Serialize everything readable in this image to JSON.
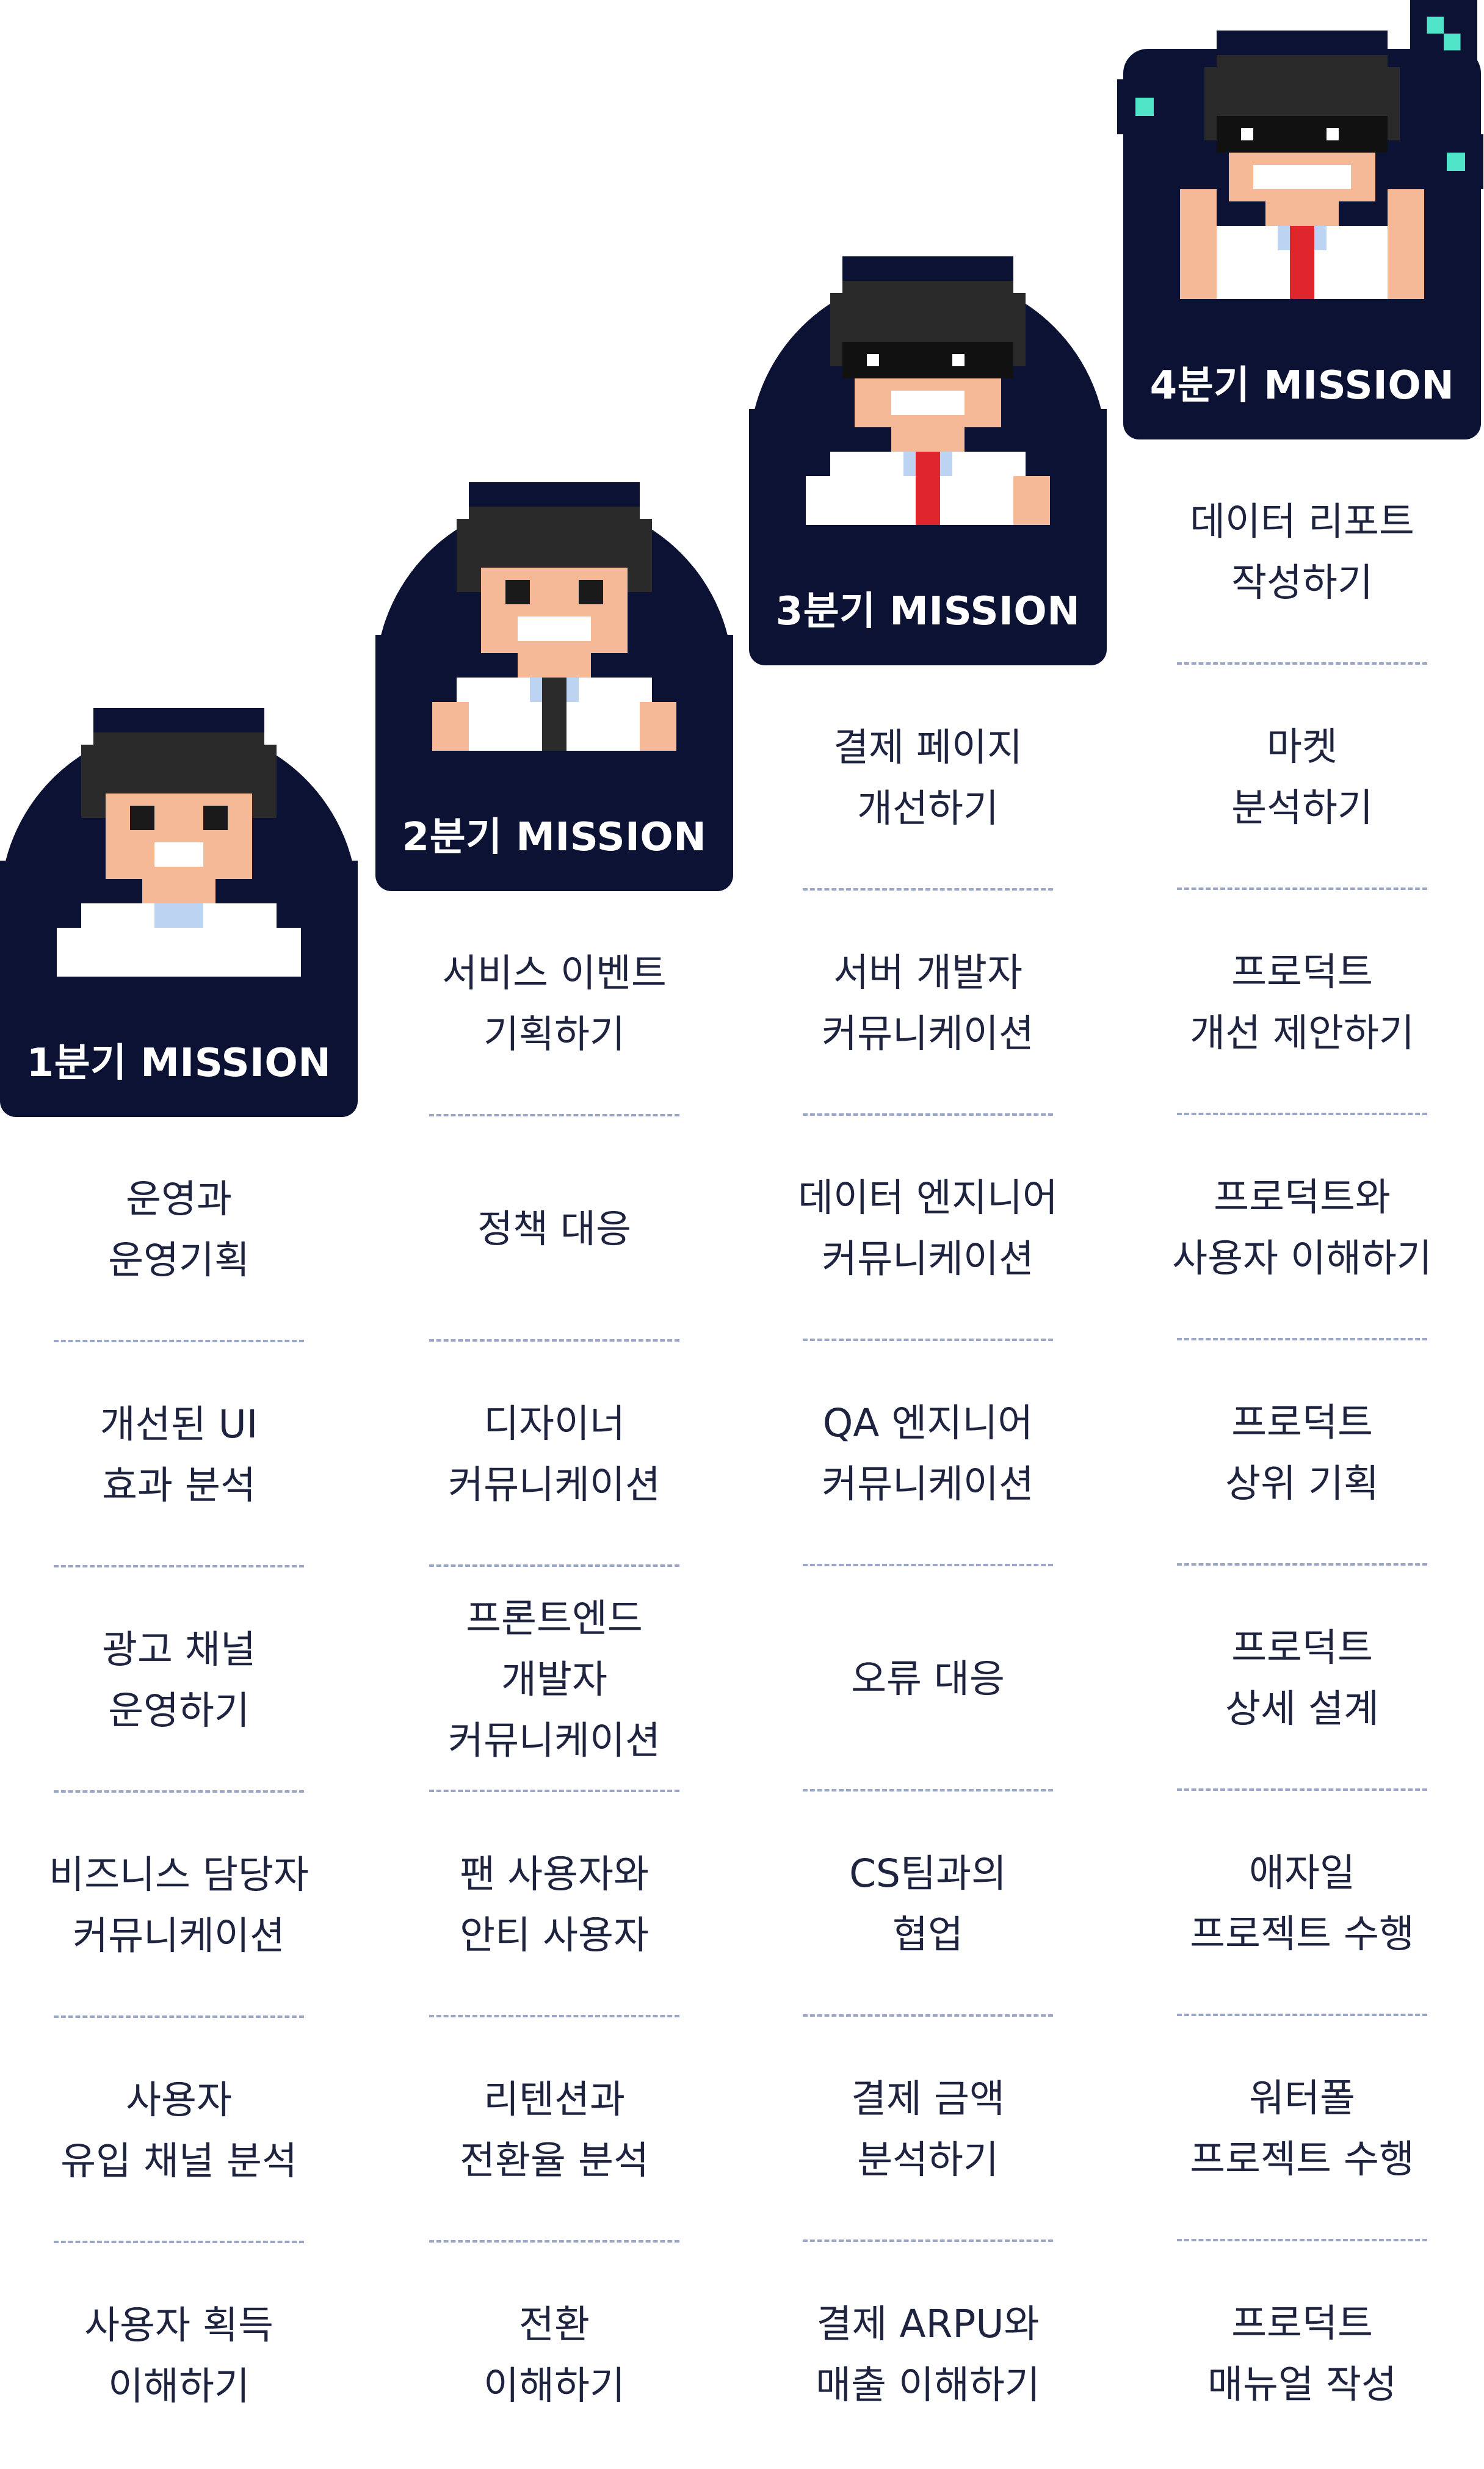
{
  "quarters": [
    {
      "title": "1분기 MISSION",
      "tasks": [
        "운영과\n운영기획",
        "개선된 UI\n효과 분석",
        "광고 채널\n운영하기",
        "비즈니스 담당자\n커뮤니케이션",
        "사용자\n유입 채널 분석",
        "사용자 획득\n이해하기"
      ]
    },
    {
      "title": "2분기 MISSION",
      "tasks": [
        "서비스 이벤트\n기획하기",
        "정책 대응",
        "디자이너\n커뮤니케이션",
        "프론트엔드\n개발자\n커뮤니케이션",
        "팬 사용자와\n안티 사용자",
        "리텐션과\n전환율 분석",
        "전환\n이해하기"
      ]
    },
    {
      "title": "3분기 MISSION",
      "tasks": [
        "결제 페이지\n개선하기",
        "서버 개발자\n커뮤니케이션",
        "데이터 엔지니어\n커뮤니케이션",
        "QA 엔지니어\n커뮤니케이션",
        "오류 대응",
        "CS팀과의\n협업",
        "결제 금액\n분석하기",
        "결제 ARPU와\n매출 이해하기"
      ]
    },
    {
      "title": "4분기 MISSION",
      "tasks": [
        "데이터 리포트\n작성하기",
        "마켓\n분석하기",
        "프로덕트\n개선 제안하기",
        "프로덕트와\n사용자 이해하기",
        "프로덕트\n상위 기획",
        "프로덕트\n상세 설계",
        "애자일\n프로젝트 수행",
        "워터폴\n프로젝트 수행",
        "프로덕트\n매뉴얼 작성"
      ]
    }
  ],
  "colors": {
    "navy": "#0b1233",
    "skin": "#f6b998",
    "hair": "#2a2a2a",
    "shirt": "#ffffff",
    "tie_q2": "#2b2b2b",
    "tie_red": "#e0262d",
    "collar": "#bcd3f2",
    "mint": "#4fe3c8"
  }
}
